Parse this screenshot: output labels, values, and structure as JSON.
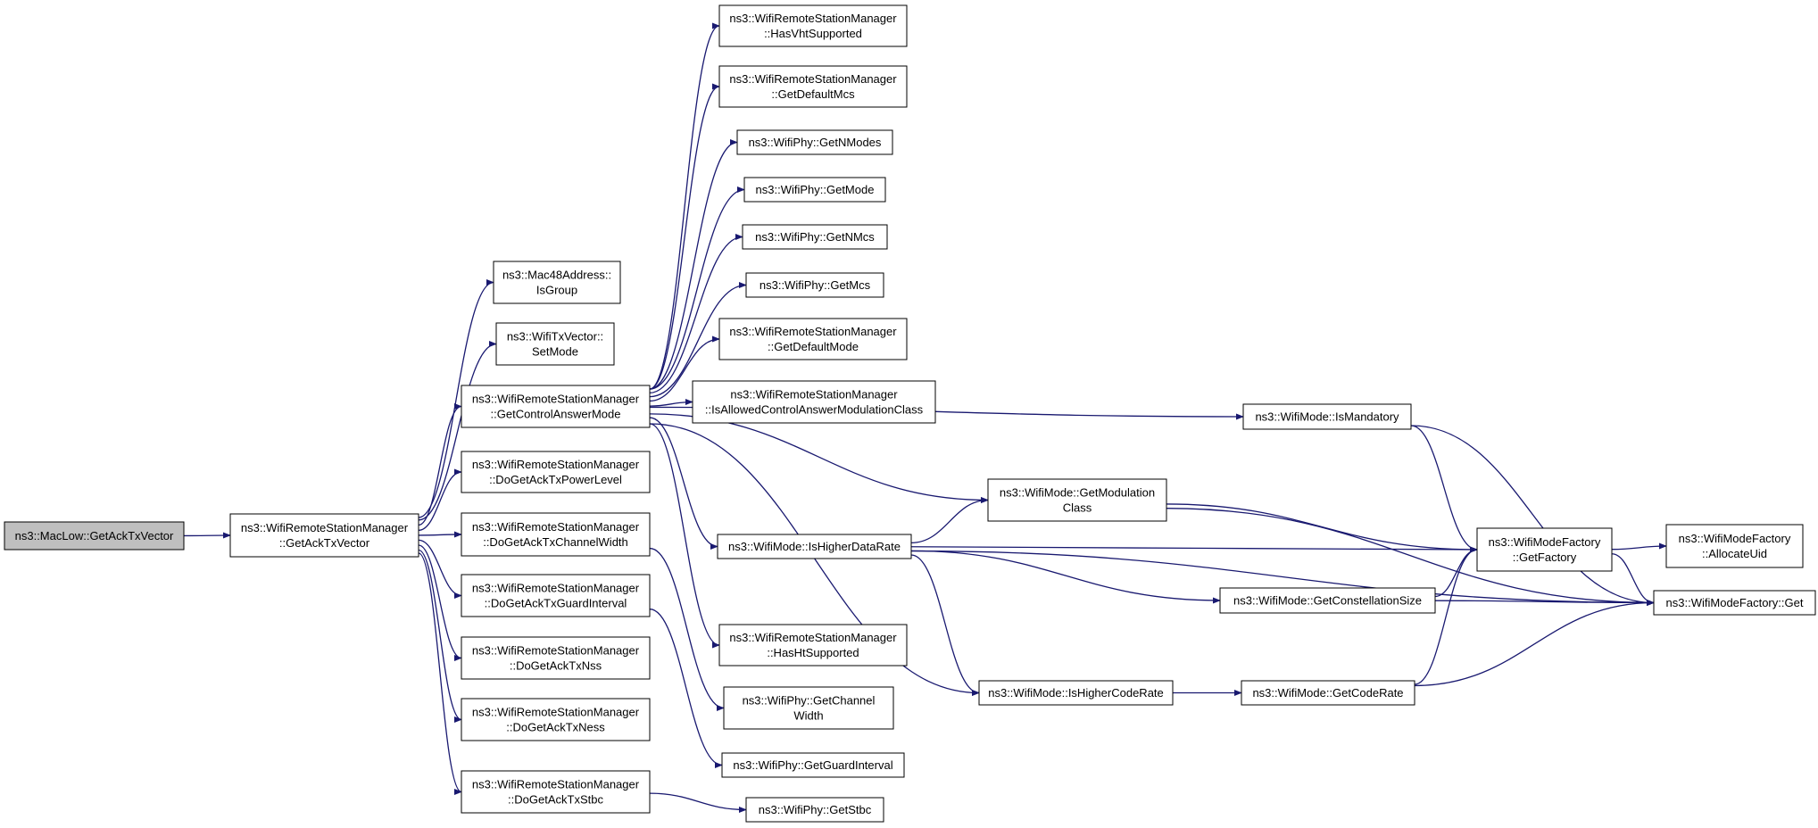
{
  "colors": {
    "edge": "#191970",
    "node_fill": "#ffffff",
    "root_fill": "#bfbfbf",
    "border": "#000000"
  },
  "nodes": [
    {
      "id": "root",
      "lines": [
        "ns3::MacLow::GetAckTxVector"
      ],
      "root": true
    },
    {
      "id": "getack",
      "lines": [
        "ns3::WifiRemoteStationManager",
        "::GetAckTxVector"
      ]
    },
    {
      "id": "isgroup",
      "lines": [
        "ns3::Mac48Address::",
        "IsGroup"
      ]
    },
    {
      "id": "setmode",
      "lines": [
        "ns3::WifiTxVector::",
        "SetMode"
      ]
    },
    {
      "id": "gcam",
      "lines": [
        "ns3::WifiRemoteStationManager",
        "::GetControlAnswerMode"
      ]
    },
    {
      "id": "powerlevel",
      "lines": [
        "ns3::WifiRemoteStationManager",
        "::DoGetAckTxPowerLevel"
      ]
    },
    {
      "id": "chwidth",
      "lines": [
        "ns3::WifiRemoteStationManager",
        "::DoGetAckTxChannelWidth"
      ]
    },
    {
      "id": "guard",
      "lines": [
        "ns3::WifiRemoteStationManager",
        "::DoGetAckTxGuardInterval"
      ]
    },
    {
      "id": "nss",
      "lines": [
        "ns3::WifiRemoteStationManager",
        "::DoGetAckTxNss"
      ]
    },
    {
      "id": "ness",
      "lines": [
        "ns3::WifiRemoteStationManager",
        "::DoGetAckTxNess"
      ]
    },
    {
      "id": "stbc",
      "lines": [
        "ns3::WifiRemoteStationManager",
        "::DoGetAckTxStbc"
      ]
    },
    {
      "id": "hasvht",
      "lines": [
        "ns3::WifiRemoteStationManager",
        "::HasVhtSupported"
      ]
    },
    {
      "id": "defmcs",
      "lines": [
        "ns3::WifiRemoteStationManager",
        "::GetDefaultMcs"
      ]
    },
    {
      "id": "getnmodes",
      "lines": [
        "ns3::WifiPhy::GetNModes"
      ]
    },
    {
      "id": "getmode",
      "lines": [
        "ns3::WifiPhy::GetMode"
      ]
    },
    {
      "id": "getnmcs",
      "lines": [
        "ns3::WifiPhy::GetNMcs"
      ]
    },
    {
      "id": "getmcs",
      "lines": [
        "ns3::WifiPhy::GetMcs"
      ]
    },
    {
      "id": "defmode",
      "lines": [
        "ns3::WifiRemoteStationManager",
        "::GetDefaultMode"
      ]
    },
    {
      "id": "isallowed",
      "lines": [
        "ns3::WifiRemoteStationManager",
        "::IsAllowedControlAnswerModulationClass"
      ]
    },
    {
      "id": "ishigherdr",
      "lines": [
        "ns3::WifiMode::IsHigherDataRate"
      ]
    },
    {
      "id": "hasht",
      "lines": [
        "ns3::WifiRemoteStationManager",
        "::HasHtSupported"
      ]
    },
    {
      "id": "phychw",
      "lines": [
        "ns3::WifiPhy::GetChannel",
        "Width"
      ]
    },
    {
      "id": "phygi",
      "lines": [
        "ns3::WifiPhy::GetGuardInterval"
      ]
    },
    {
      "id": "phystbc",
      "lines": [
        "ns3::WifiPhy::GetStbc"
      ]
    },
    {
      "id": "ismand",
      "lines": [
        "ns3::WifiMode::IsMandatory"
      ]
    },
    {
      "id": "getmodclass",
      "lines": [
        "ns3::WifiMode::GetModulation",
        "Class"
      ]
    },
    {
      "id": "ishighercr",
      "lines": [
        "ns3::WifiMode::IsHigherCodeRate"
      ]
    },
    {
      "id": "getcons",
      "lines": [
        "ns3::WifiMode::GetConstellationSize"
      ]
    },
    {
      "id": "getcoderate",
      "lines": [
        "ns3::WifiMode::GetCodeRate"
      ]
    },
    {
      "id": "getfactory",
      "lines": [
        "ns3::WifiModeFactory",
        "::GetFactory"
      ]
    },
    {
      "id": "alloc",
      "lines": [
        "ns3::WifiModeFactory",
        "::AllocateUid"
      ]
    },
    {
      "id": "mfget",
      "lines": [
        "ns3::WifiModeFactory::Get"
      ]
    }
  ],
  "edges": [
    [
      "root",
      "getack"
    ],
    [
      "getack",
      "isgroup"
    ],
    [
      "getack",
      "setmode"
    ],
    [
      "getack",
      "gcam"
    ],
    [
      "getack",
      "powerlevel"
    ],
    [
      "getack",
      "chwidth"
    ],
    [
      "getack",
      "guard"
    ],
    [
      "getack",
      "nss"
    ],
    [
      "getack",
      "ness"
    ],
    [
      "getack",
      "stbc"
    ],
    [
      "gcam",
      "hasvht"
    ],
    [
      "gcam",
      "defmcs"
    ],
    [
      "gcam",
      "getnmodes"
    ],
    [
      "gcam",
      "getmode"
    ],
    [
      "gcam",
      "getnmcs"
    ],
    [
      "gcam",
      "getmcs"
    ],
    [
      "gcam",
      "defmode"
    ],
    [
      "gcam",
      "isallowed"
    ],
    [
      "gcam",
      "ismand"
    ],
    [
      "gcam",
      "getmodclass"
    ],
    [
      "gcam",
      "ishigherdr"
    ],
    [
      "gcam",
      "hasht"
    ],
    [
      "gcam",
      "ishighercr"
    ],
    [
      "chwidth",
      "phychw"
    ],
    [
      "guard",
      "phygi"
    ],
    [
      "stbc",
      "phystbc"
    ],
    [
      "ishigherdr",
      "getmodclass"
    ],
    [
      "ishigherdr",
      "getfactory"
    ],
    [
      "ishigherdr",
      "getcons"
    ],
    [
      "ishigherdr",
      "ishighercr"
    ],
    [
      "ishigherdr",
      "mfget"
    ],
    [
      "ismand",
      "getfactory"
    ],
    [
      "ismand",
      "mfget"
    ],
    [
      "getmodclass",
      "getfactory"
    ],
    [
      "getmodclass",
      "mfget"
    ],
    [
      "getcons",
      "getfactory"
    ],
    [
      "getcons",
      "mfget"
    ],
    [
      "ishighercr",
      "getcoderate"
    ],
    [
      "getcoderate",
      "getfactory"
    ],
    [
      "getcoderate",
      "mfget"
    ],
    [
      "getfactory",
      "alloc"
    ],
    [
      "getfactory",
      "mfget"
    ]
  ]
}
